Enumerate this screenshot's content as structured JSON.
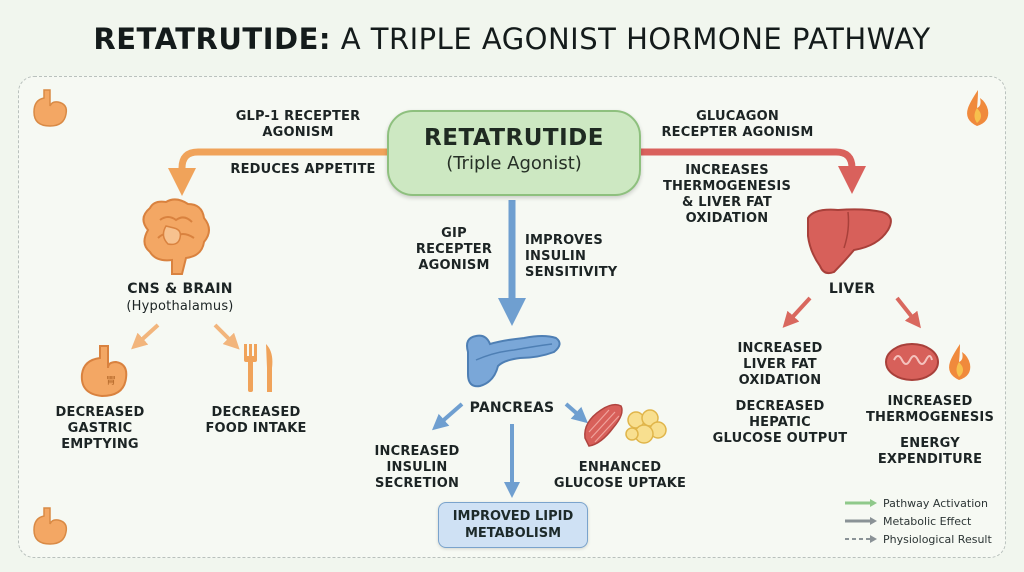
{
  "title": {
    "bold": "RETATRUTIDE:",
    "rest": "A TRIPLE AGONIST HORMONE PATHWAY"
  },
  "center": {
    "name": "RETATRUTIDE",
    "subtitle": "(Triple Agonist)"
  },
  "glp1": {
    "receptor": [
      "GLP-1 RECEPTER",
      "AGONISM"
    ],
    "effect": "REDUCES APPETITE"
  },
  "glucagon": {
    "receptor": [
      "GLUCAGON",
      "RECEPTER AGONISM"
    ],
    "effect": [
      "INCREASES",
      "THERMOGENESIS",
      "& LIVER FAT",
      "OXIDATION"
    ]
  },
  "gip": {
    "receptor": [
      "GIP",
      "RECEPTER",
      "AGONISM"
    ],
    "effect": [
      "IMPROVES",
      "INSULIN",
      "SENSITIVITY"
    ]
  },
  "brain": {
    "name": "CNS & BRAIN",
    "detail": "(Hypothalamus)"
  },
  "brain_outcomes": {
    "gastric": [
      "DECREASED",
      "GASTRIC",
      "EMPTYING"
    ],
    "food": [
      "DECREASED",
      "FOOD INTAKE"
    ]
  },
  "pancreas": {
    "name": "PANCREAS"
  },
  "pancreas_outcomes": {
    "insulin": [
      "INCREASED",
      "INSULIN",
      "SECRETION"
    ],
    "glucose": [
      "ENHANCED",
      "GLUCOSE UPTAKE"
    ],
    "lipid": [
      "IMPROVED LIPID",
      "METABOLISM"
    ]
  },
  "liver": {
    "name": "LIVER"
  },
  "liver_outcomes": {
    "fat": [
      "INCREASED",
      "LIVER FAT",
      "OXIDATION"
    ],
    "hepatic": [
      "DECREASED",
      "HEPATIC",
      "GLUCOSE OUTPUT"
    ],
    "thermo": [
      "INCREASED",
      "THERMOGENESIS"
    ],
    "energy": [
      "ENERGY",
      "EXPENDITURE"
    ]
  },
  "gastric_glyph": "胃",
  "legend": [
    "Pathway Activation",
    "Metabolic Effect",
    "Physiological Result"
  ],
  "colors": {
    "glp1": "#f0a35a",
    "glucagon": "#d9615c",
    "gip": "#6f9fd0",
    "liver_arrow": "#d9685e",
    "center_fill": "#cde8c2",
    "center_border": "#8ec07e",
    "legend_green": "#8fc98a",
    "legend_gray": "#8a9296"
  },
  "icons": [
    "stomach-icon",
    "flame-icon",
    "brain-icon",
    "fork-knife-icon",
    "pancreas-icon",
    "muscle-icon",
    "fat-cell-icon",
    "liver-icon",
    "mitochondria-icon"
  ]
}
